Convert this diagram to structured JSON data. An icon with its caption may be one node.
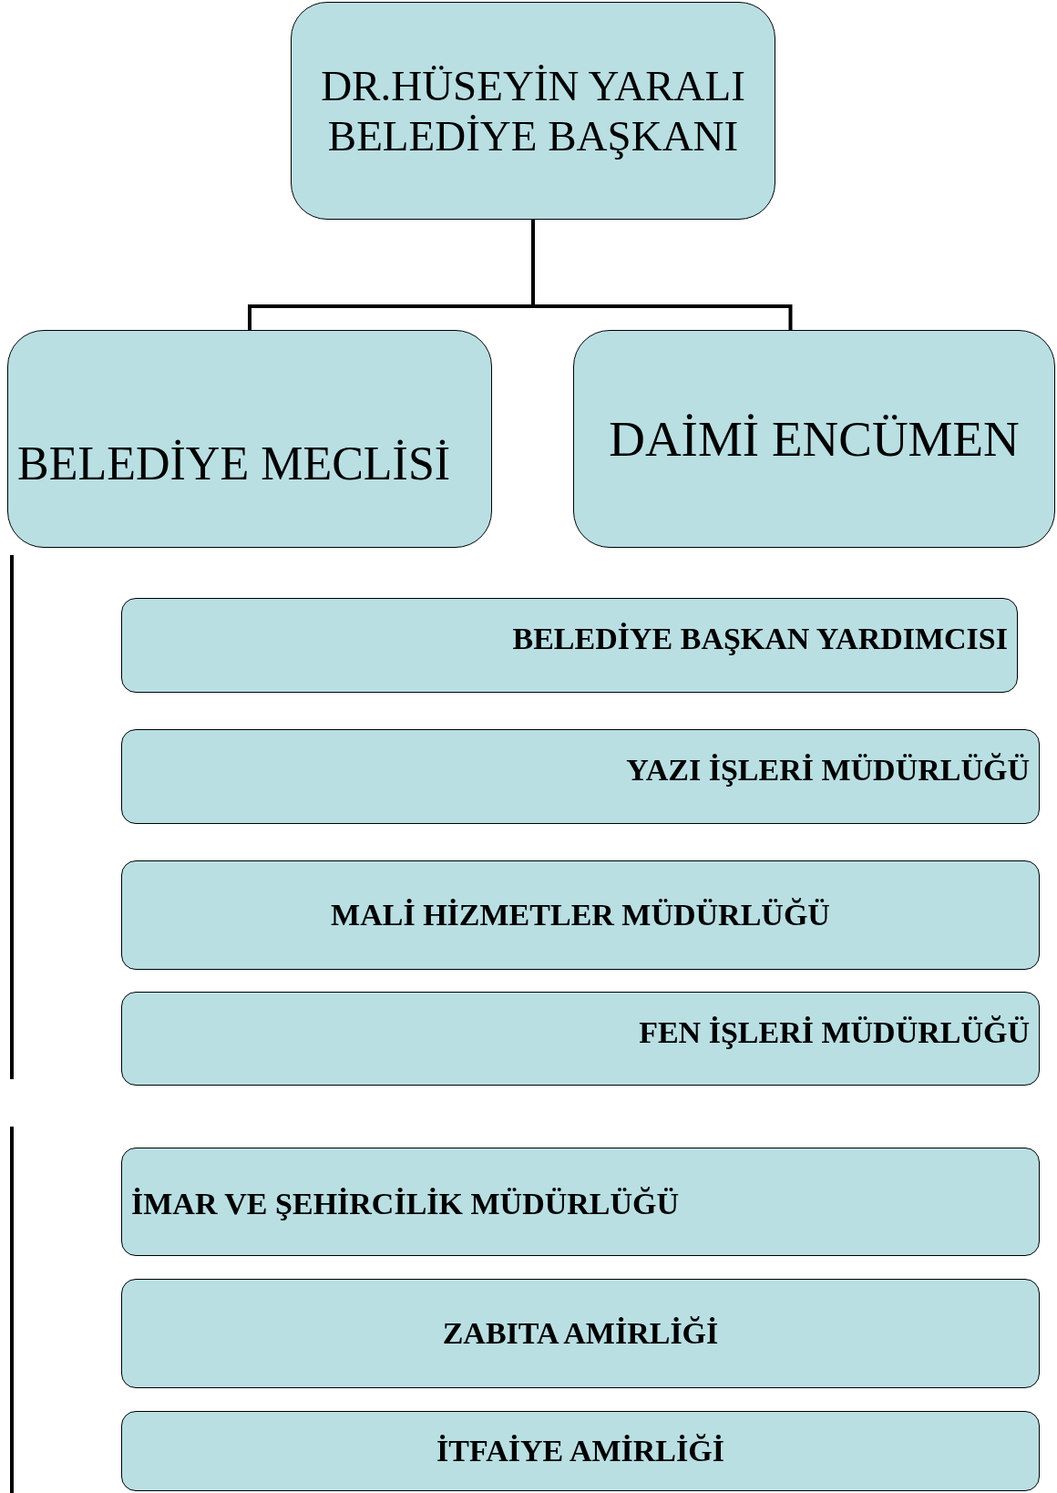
{
  "diagram": {
    "nodes": [
      {
        "text": [
          "DR.HÜSEYİN YARALI BELEDİYE BAŞKANI"
        ]
      },
      {
        "text": [
          "BELEDİYE MECLİSİ"
        ]
      },
      {
        "text": [
          "DAİMİ ENCÜMEN"
        ]
      },
      {
        "text": [
          "BELEDİYE BAŞKAN YARDIMCISI"
        ]
      },
      {
        "text": [
          "YAZI İŞLERİ MÜDÜRLÜĞÜ"
        ]
      },
      {
        "text": [
          "MALİ HİZMETLER MÜDÜRLÜĞÜ"
        ]
      },
      {
        "text": [
          "FEN İŞLERİ MÜDÜRLÜĞÜ"
        ]
      },
      {
        "text": [
          "İMAR VE ŞEHİRCİLİK MÜDÜRLÜĞÜ"
        ]
      },
      {
        "text": [
          "ZABITA AMİRLİĞİ"
        ]
      },
      {
        "text": [
          "İTFAİYE AMİRLİĞİ"
        ]
      }
    ],
    "edges": [
      {
        "from": 0,
        "to": 1,
        "arrow": "none"
      },
      {
        "from": 0,
        "to": 2,
        "arrow": "none"
      }
    ]
  }
}
